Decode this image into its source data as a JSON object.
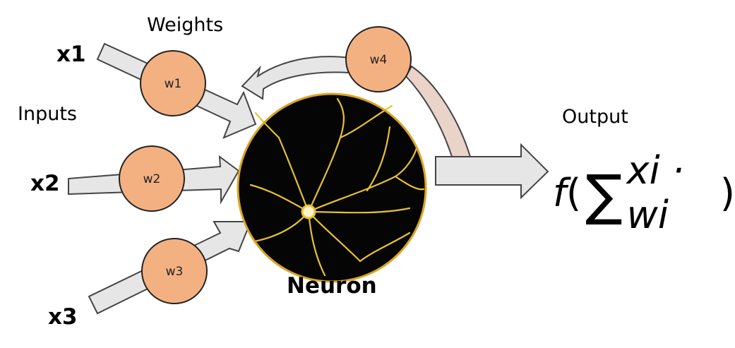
{
  "labels": {
    "weights": "Weights",
    "inputs": "Inputs",
    "output": "Output",
    "neuron": "Neuron"
  },
  "inputs": [
    {
      "id": "x1",
      "label": "x1",
      "weight": "w1"
    },
    {
      "id": "x2",
      "label": "x2",
      "weight": "w2"
    },
    {
      "id": "x3",
      "label": "x3",
      "weight": "w3"
    }
  ],
  "feedback": {
    "weight": "w4"
  },
  "formula": {
    "func": "f",
    "open_paren": "(",
    "sigma": "∑",
    "term": "xi · wi",
    "close_paren": ")"
  },
  "colors": {
    "weight_fill": "#f3b182",
    "weight_stroke": "#222222",
    "arrow_fill": "#e6e6e6",
    "arrow_stroke": "#444444",
    "neuron_bg": "#050505",
    "neuron_ring": "#d9a521",
    "dendrite": "#e7c230",
    "feedback_tail": "#ead3c8"
  }
}
